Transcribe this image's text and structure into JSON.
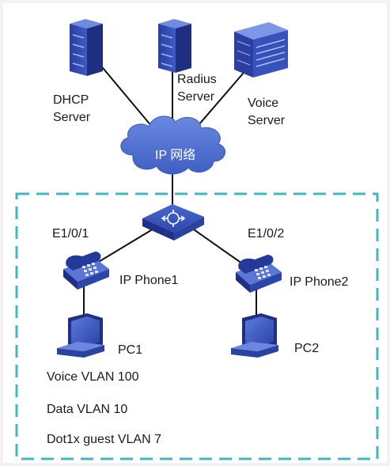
{
  "servers": {
    "dhcp": {
      "line1": "DHCP",
      "line2": "Server"
    },
    "radius": {
      "line1": "Radius",
      "line2": "Server"
    },
    "voice": {
      "line1": "Voice",
      "line2": "Server"
    }
  },
  "network": {
    "label": "IP 网络"
  },
  "ports": {
    "left": "E1/0/1",
    "right": "E1/0/2"
  },
  "phones": {
    "left": "IP Phone1",
    "right": "IP Phone2"
  },
  "pcs": {
    "left": "PC1",
    "right": "PC2"
  },
  "vlans": {
    "voice": "Voice VLAN 100",
    "data": "Data VLAN 10",
    "guest": "Dot1x guest VLAN 7"
  },
  "colors": {
    "dashed_border": "#3fb8c0",
    "device_blue": "#2d45a8",
    "cloud": "#4f6fcf",
    "link": "#111111"
  }
}
